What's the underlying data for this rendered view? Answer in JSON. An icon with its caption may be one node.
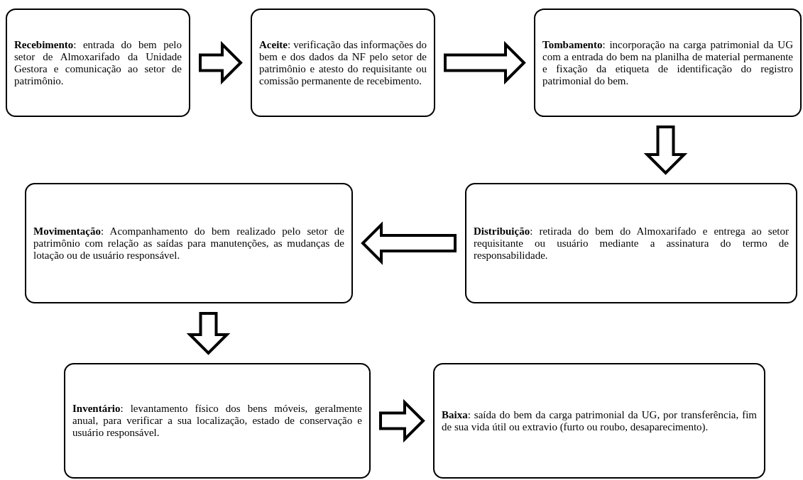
{
  "diagram": {
    "nodes": [
      {
        "text": [
          "**Recebimento**: entrada do bem pelo setor de Almoxarifado da Unidade Gestora e comunicação ao setor de patrimônio."
        ]
      },
      {
        "text": [
          "**Aceite**: verificação das informações do bem e dos dados da NF pelo setor de patrimônio e atesto do requisitante ou comissão permanente de recebimento."
        ]
      },
      {
        "text": [
          "**Tombamento**: incorporação na carga patrimonial da UG com a entrada do bem na planilha de material permanente e fixação da etiqueta de identificação do registro patrimonial do bem."
        ]
      },
      {
        "text": [
          "**Distribuição**: retirada do bem do Almoxarifado e entrega ao setor requisitante  ou usuário mediante a assinatura do termo de responsabilidade."
        ]
      },
      {
        "text": [
          "**Movimentação**: Acompanhamento do bem realizado pelo setor de patrimônio com relação as saídas para manutenções, as mudanças de lotação ou de usuário responsável."
        ]
      },
      {
        "text": [
          "**Inventário**: levantamento físico dos bens móveis, geralmente anual, para verificar a sua localização, estado de conservação e usuário responsável."
        ]
      },
      {
        "text": [
          "**Baixa**: saída do bem da carga patrimonial da UG, por transferência, fim de sua vida útil ou extravio (furto ou roubo, desaparecimento)."
        ]
      }
    ],
    "edges": [
      {
        "from": 0,
        "to": 1,
        "arrow": "to"
      },
      {
        "from": 1,
        "to": 2,
        "arrow": "to"
      },
      {
        "from": 2,
        "to": 3,
        "arrow": "to"
      },
      {
        "from": 3,
        "to": 4,
        "arrow": "to"
      },
      {
        "from": 4,
        "to": 5,
        "arrow": "to"
      },
      {
        "from": 5,
        "to": 6,
        "arrow": "to"
      }
    ]
  }
}
